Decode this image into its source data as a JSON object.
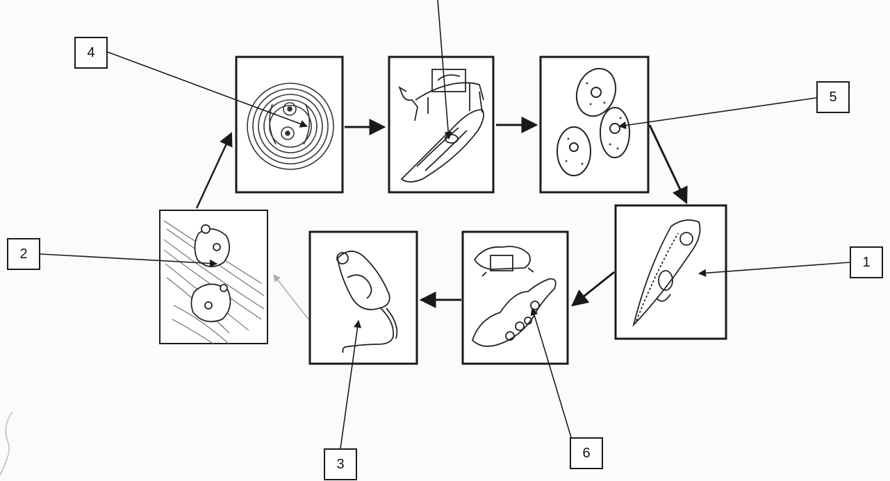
{
  "labels": {
    "l1": "1",
    "l2": "2",
    "l3": "3",
    "l4": "4",
    "l5": "5",
    "l6": "6"
  },
  "stages": [
    "cyst-in-host-tissue",
    "cattle-host-and-trypanosome",
    "binary-fission-cells",
    "ciliated-trophozoite",
    "rodent-host-and-parasite",
    "flagellated-form",
    "encysted-forms-in-tissue"
  ],
  "colors": {
    "ink": "#1a1a1a",
    "paper": "#fbfbf9"
  }
}
